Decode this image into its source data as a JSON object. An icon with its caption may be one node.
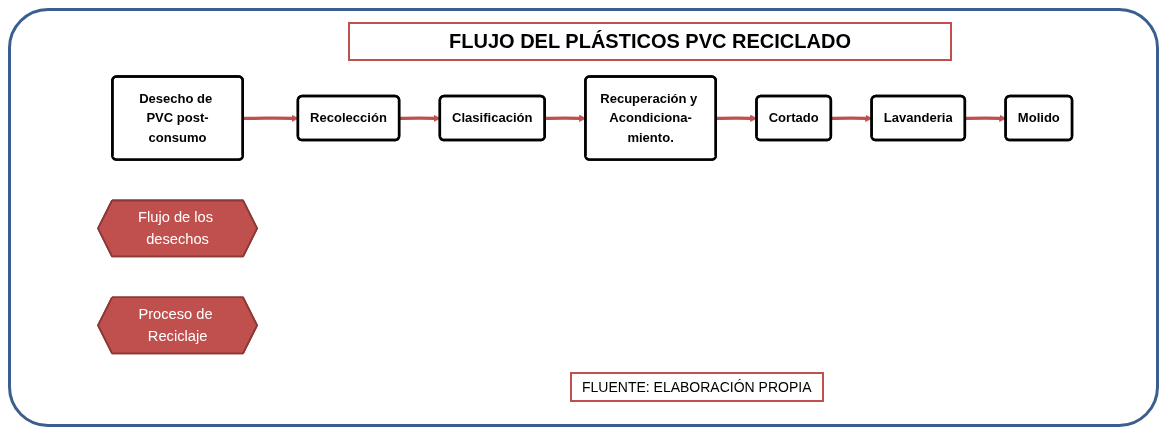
{
  "diagram": {
    "title": "FLUJO DEL PLÁSTICOS PVC RECICLADO",
    "caption": "FLUENTE: ELABORACIÓN PROPIA",
    "nodes": [
      {
        "text": [
          "Desecho de PVC post-consumo"
        ]
      },
      {
        "text": [
          "Recolección"
        ]
      },
      {
        "text": [
          "Clasificación"
        ]
      },
      {
        "text": [
          "Recuperación y Acondiciona-miento."
        ]
      },
      {
        "text": [
          "Cortado"
        ]
      },
      {
        "text": [
          "Lavanderia"
        ]
      },
      {
        "text": [
          "Molido"
        ]
      },
      {
        "text": [
          "Flujo de los desechos"
        ]
      },
      {
        "text": [
          "Proceso de Reciclaje"
        ]
      }
    ],
    "edges": [
      {
        "from": 0,
        "to": 1,
        "arrow": "to"
      },
      {
        "from": 1,
        "to": 2,
        "arrow": "to"
      },
      {
        "from": 2,
        "to": 3,
        "arrow": "to"
      },
      {
        "from": 3,
        "to": 4,
        "arrow": "to"
      },
      {
        "from": 4,
        "to": 5,
        "arrow": "to"
      },
      {
        "from": 5,
        "to": 6,
        "arrow": "to"
      }
    ]
  }
}
